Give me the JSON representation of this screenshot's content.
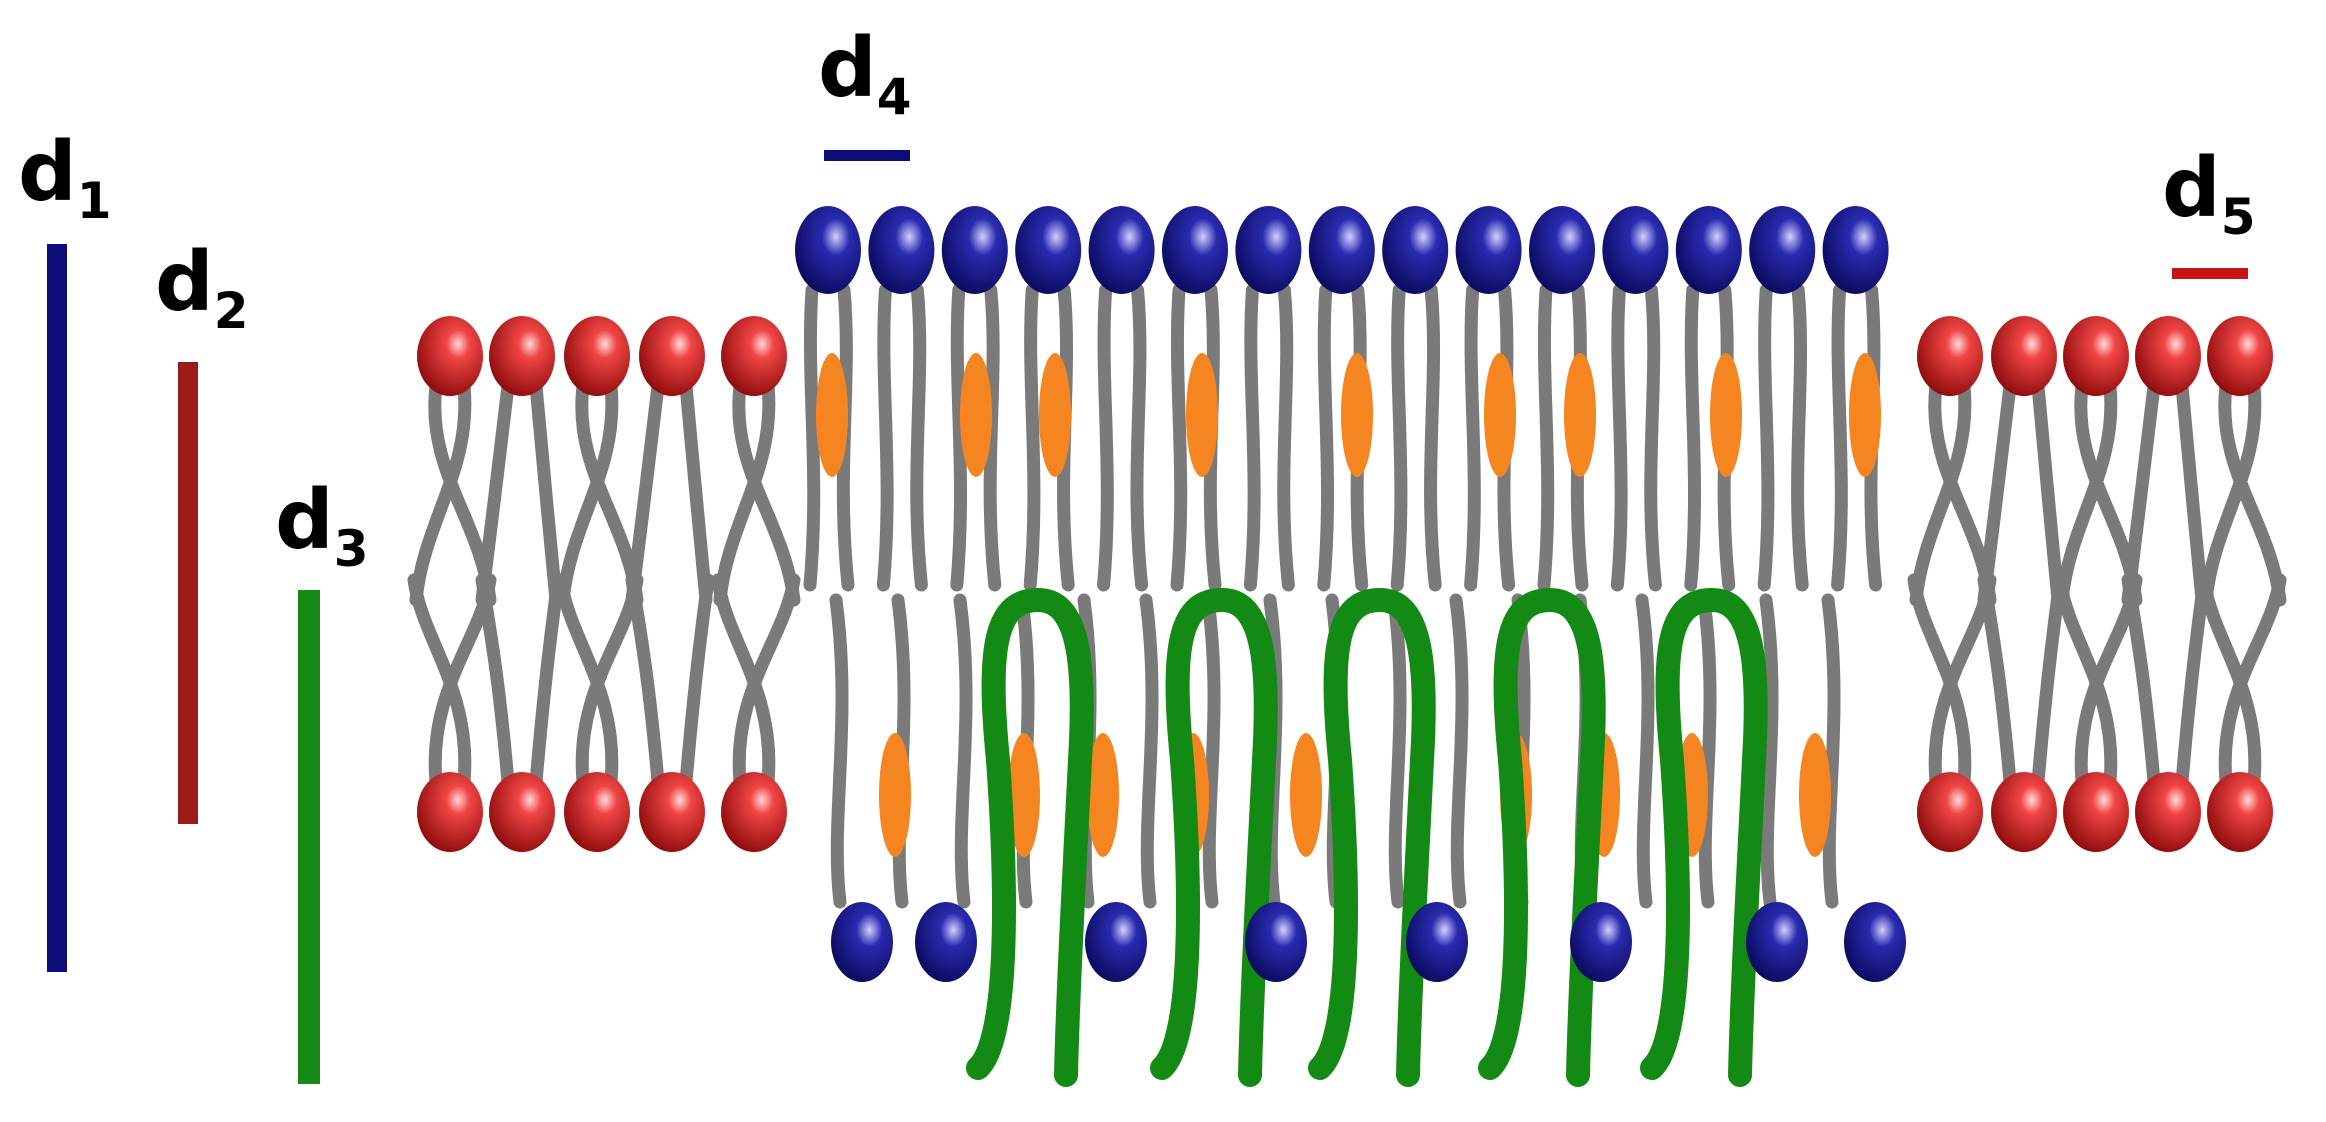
{
  "labels": [
    {
      "id": "d1",
      "base": "d",
      "sub": "1",
      "color": "#0d0d7a"
    },
    {
      "id": "d2",
      "base": "d",
      "sub": "2",
      "color": "#9b1b1b"
    },
    {
      "id": "d3",
      "base": "d",
      "sub": "3",
      "color": "#138a13"
    },
    {
      "id": "d4",
      "base": "d",
      "sub": "4",
      "color": "#0d0d7a"
    },
    {
      "id": "d5",
      "base": "d",
      "sub": "5",
      "color": "#c81414"
    }
  ],
  "colors": {
    "lipid_head_red": "#cc1a1a",
    "lipid_head_blue": "#14148c",
    "tail_gray": "#7a7a7a",
    "cholesterol_orange": "#f58520",
    "peptide_green": "#138a13"
  },
  "icons": {
    "red_head": "red-lipid-head-icon",
    "blue_head": "blue-lipid-head-icon",
    "cholesterol": "cholesterol-icon",
    "peptide": "peptide-hairpin-icon"
  }
}
